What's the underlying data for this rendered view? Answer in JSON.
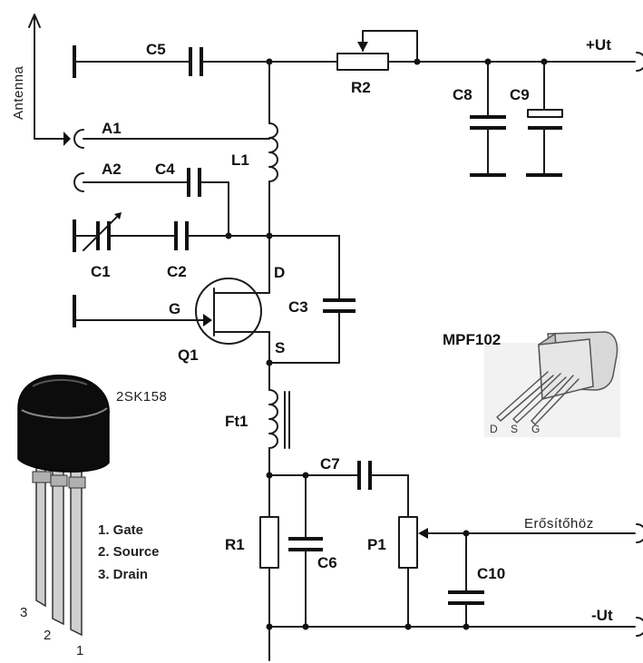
{
  "labels": {
    "antenna": "Antenna",
    "a1": "A1",
    "a2": "A2",
    "c1": "C1",
    "c2": "C2",
    "c3": "C3",
    "c4": "C4",
    "c5": "C5",
    "c6": "C6",
    "c7": "C7",
    "c8": "C8",
    "c9": "C9",
    "c10": "C10",
    "l1": "L1",
    "ft1": "Ft1",
    "r1": "R1",
    "r2": "R2",
    "p1": "P1",
    "q1": "Q1",
    "d": "D",
    "g": "G",
    "s": "S",
    "plus_ut": "+Ut",
    "minus_ut": "-Ut",
    "erositohoz": "Erősítőhöz"
  },
  "mpf102": {
    "title": "MPF102",
    "pins": [
      "D",
      "S",
      "G"
    ]
  },
  "sk158": {
    "title": "2SK158",
    "pin_list": [
      "1. Gate",
      "2. Source",
      "3. Drain"
    ],
    "pin_numbers": [
      "3",
      "2",
      "1"
    ]
  }
}
